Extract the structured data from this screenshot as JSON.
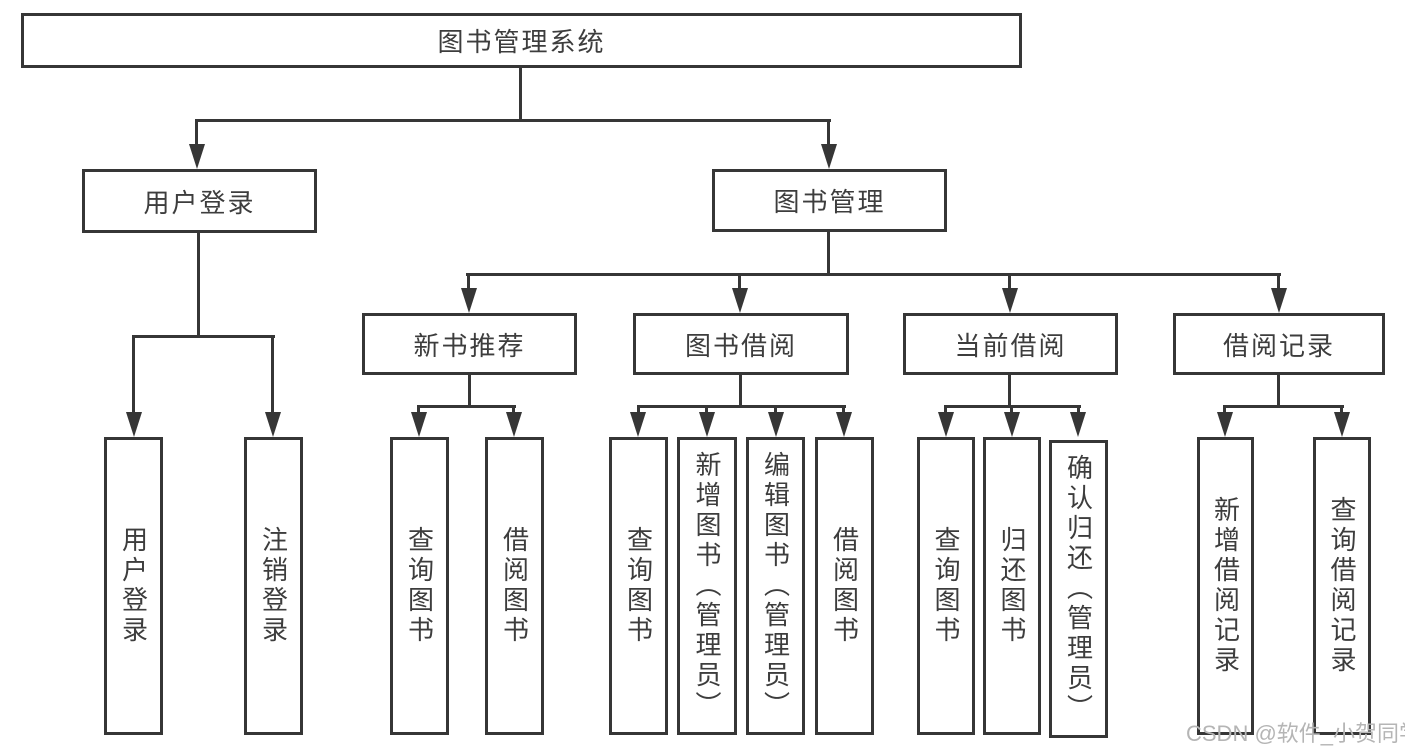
{
  "diagram": {
    "root": {
      "label": "图书管理系统"
    },
    "level2": [
      {
        "label": "用户登录",
        "leaves": [
          "用户登录",
          "注销登录"
        ]
      },
      {
        "label": "图书管理",
        "groups": [
          {
            "label": "新书推荐",
            "leaves": [
              "查询图书",
              "借阅图书"
            ]
          },
          {
            "label": "图书借阅",
            "leaves": [
              "查询图书",
              "新增图书（管理员）",
              "编辑图书（管理员）",
              "借阅图书"
            ]
          },
          {
            "label": "当前借阅",
            "leaves": [
              "查询图书",
              "归还图书",
              "确认归还（管理员）"
            ]
          },
          {
            "label": "借阅记录",
            "leaves": [
              "新增借阅记录",
              "查询借阅记录"
            ]
          }
        ]
      }
    ],
    "watermark": "CSDN @软件_小贺同学",
    "colors": {
      "line": "#363636",
      "text": "#3d3d3d",
      "background": "#ffffff",
      "watermark": "#b5b5b5"
    }
  }
}
